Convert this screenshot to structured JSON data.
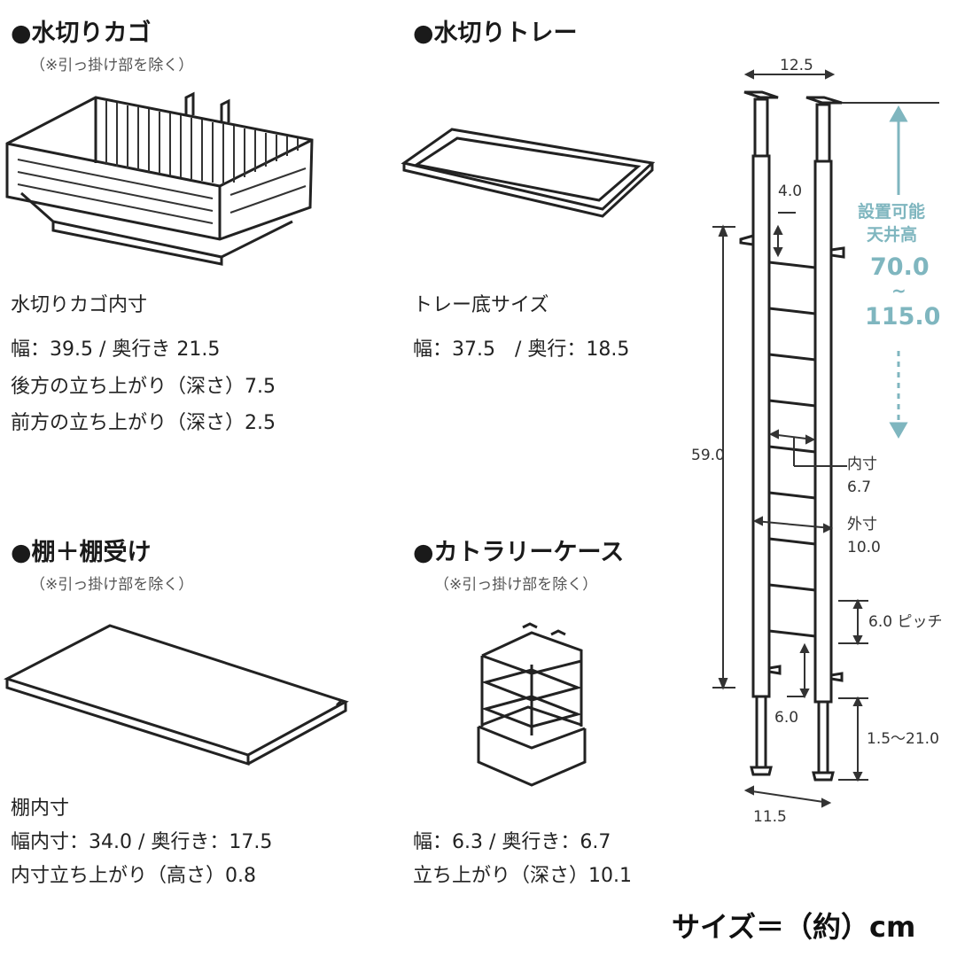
{
  "sections": {
    "basket": {
      "title": "●水切りカゴ",
      "note": "（※引っ掛け部を除く）",
      "spec_head": "水切りカゴ内寸",
      "specs": [
        "幅：39.5 / 奥行き 21.5",
        "後方の立ち上がり（深さ）7.5",
        "前方の立ち上がり（深さ）2.5"
      ]
    },
    "tray": {
      "title": "●水切りトレー",
      "spec_head": "トレー底サイズ",
      "specs": [
        "幅：37.5　/ 奥行：18.5"
      ]
    },
    "shelf": {
      "title": "●棚＋棚受け",
      "note": "（※引っ掛け部を除く）",
      "spec_head": "棚内寸",
      "specs": [
        "幅内寸：34.0 / 奥行き：17.5",
        "内寸立ち上がり（高さ）0.8"
      ]
    },
    "cutlery": {
      "title": "●カトラリーケース",
      "note": "（※引っ掛け部を除く）",
      "specs": [
        "幅：6.3 / 奥行き：6.7",
        "立ち上がり（深さ）10.1"
      ]
    }
  },
  "ladder": {
    "top_width": "12.5",
    "top_gap": "4.0",
    "height_label_1": "設置可能",
    "height_label_2": "天井高",
    "height_min": "70.0",
    "height_tilde": "~",
    "height_max": "115.0",
    "main_height": "59.0",
    "inner_label": "内寸",
    "inner_value": "6.7",
    "outer_label": "外寸",
    "outer_value": "10.0",
    "pitch": "6.0 ピッチ",
    "bottom_gap": "6.0",
    "adjust": "1.5～21.0",
    "bottom_width": "11.5"
  },
  "footer": "サイズ＝（約）cm",
  "colors": {
    "accent": "#7fb6bf",
    "line": "#333333"
  }
}
